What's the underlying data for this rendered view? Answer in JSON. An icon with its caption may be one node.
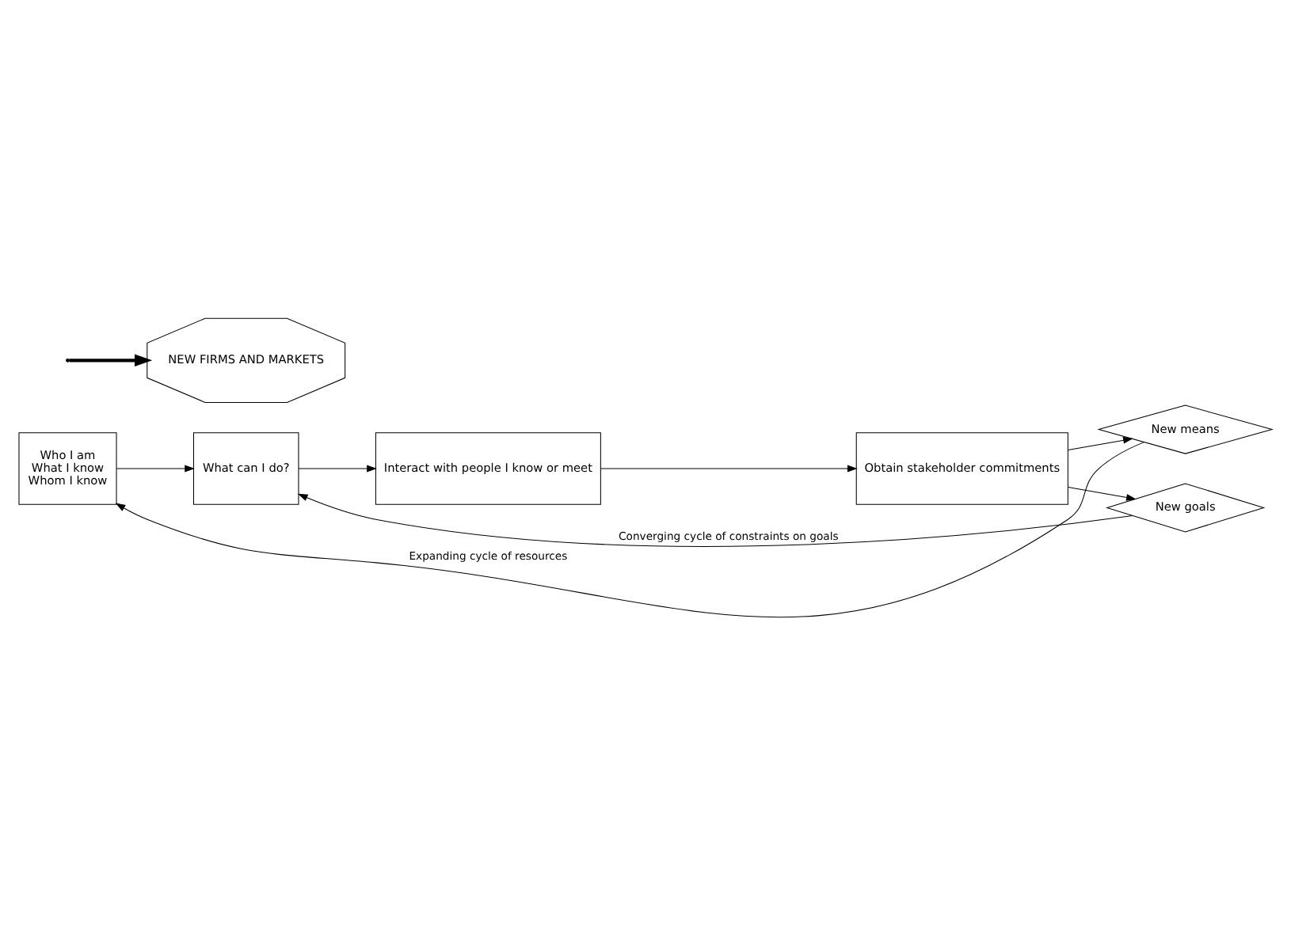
{
  "diagram": {
    "nodes": [
      {
        "text": [
          "Who I am",
          "What I know",
          "Whom I know"
        ]
      },
      {
        "text": [
          "What can I do?"
        ]
      },
      {
        "text": [
          "Interact with people I know or meet"
        ]
      },
      {
        "text": [
          "Obtain stakeholder commitments"
        ]
      },
      {
        "text": [
          "New means"
        ]
      },
      {
        "text": [
          "New goals"
        ]
      },
      {
        "text": [
          "NEW FIRMS AND MARKETS"
        ]
      }
    ],
    "edges": [
      {
        "from": 0,
        "to": 1,
        "arrow": "to"
      },
      {
        "from": 1,
        "to": 2,
        "arrow": "to"
      },
      {
        "from": 2,
        "to": 3,
        "arrow": "to"
      },
      {
        "from": 3,
        "to": 4,
        "arrow": "to"
      },
      {
        "from": 3,
        "to": 5,
        "arrow": "to"
      },
      {
        "from": 4,
        "to": 0,
        "arrow": "to",
        "label": "Expanding cycle of resources"
      },
      {
        "from": 5,
        "to": 1,
        "arrow": "to",
        "label": "Converging cycle of constraints on goals"
      },
      {
        "from": null,
        "to": 6,
        "arrow": "to",
        "style": "thick"
      }
    ]
  }
}
